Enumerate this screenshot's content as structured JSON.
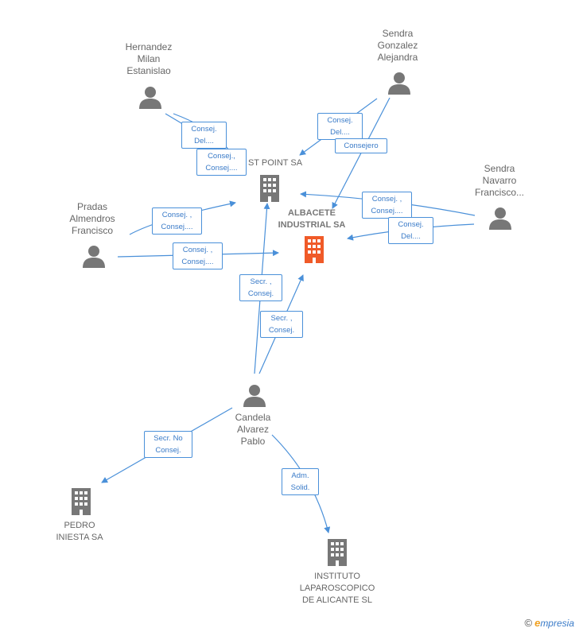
{
  "nodes": {
    "hernandez": {
      "label": "Hernandez\nMilan\nEstanislao",
      "icon": "person-icon"
    },
    "sendra_gonzalez": {
      "label": "Sendra\nGonzalez\nAlejandra",
      "icon": "person-icon"
    },
    "sendra_navarro": {
      "label": "Sendra\nNavarro\nFrancisco...",
      "icon": "person-icon"
    },
    "pradas": {
      "label": "Pradas\nAlmendros\nFrancisco",
      "icon": "person-icon"
    },
    "candela": {
      "label": "Candela\nAlvarez\nPablo",
      "icon": "person-icon"
    },
    "stpoint": {
      "label": "ST POINT SA",
      "icon": "building-icon"
    },
    "albacete": {
      "label": "ALBACETE\nINDUSTRIAL SA",
      "icon": "building-icon",
      "color": "#f05a28"
    },
    "pedro": {
      "label": "PEDRO\nINIESTA SA",
      "icon": "building-icon"
    },
    "instituto": {
      "label": "INSTITUTO\nLAPAROSCOPICO\nDE ALICANTE SL",
      "icon": "building-icon"
    }
  },
  "edges": [
    {
      "label": "Consej.\nDel....",
      "from": "hernandez",
      "to": "albacete"
    },
    {
      "label": "Consej.,\nConsej....",
      "from": "hernandez",
      "to": "stpoint"
    },
    {
      "label": "Consej.\nDel....",
      "from": "sendra_gonzalez",
      "to": "stpoint"
    },
    {
      "label": "Consejero",
      "from": "sendra_gonzalez",
      "to": "albacete"
    },
    {
      "label": "Consej. ,\nConsej....",
      "from": "sendra_navarro",
      "to": "stpoint"
    },
    {
      "label": "Consej.\nDel....",
      "from": "sendra_navarro",
      "to": "albacete"
    },
    {
      "label": "Consej. ,\nConsej....",
      "from": "pradas",
      "to": "stpoint"
    },
    {
      "label": "Consej. ,\nConsej....",
      "from": "pradas",
      "to": "albacete"
    },
    {
      "label": "Secr. ,\nConsej.",
      "from": "candela",
      "to": "stpoint"
    },
    {
      "label": "Secr. ,\nConsej.",
      "from": "candela",
      "to": "albacete"
    },
    {
      "label": "Secr.  No\nConsej.",
      "from": "candela",
      "to": "pedro"
    },
    {
      "label": "Adm.\nSolid.",
      "from": "candela",
      "to": "instituto"
    }
  ],
  "colors": {
    "edge": "#4a90d9",
    "node": "#777777",
    "focus": "#f05a28"
  },
  "brand": {
    "symbol": "©",
    "initial": "e",
    "name": "mpresia"
  }
}
